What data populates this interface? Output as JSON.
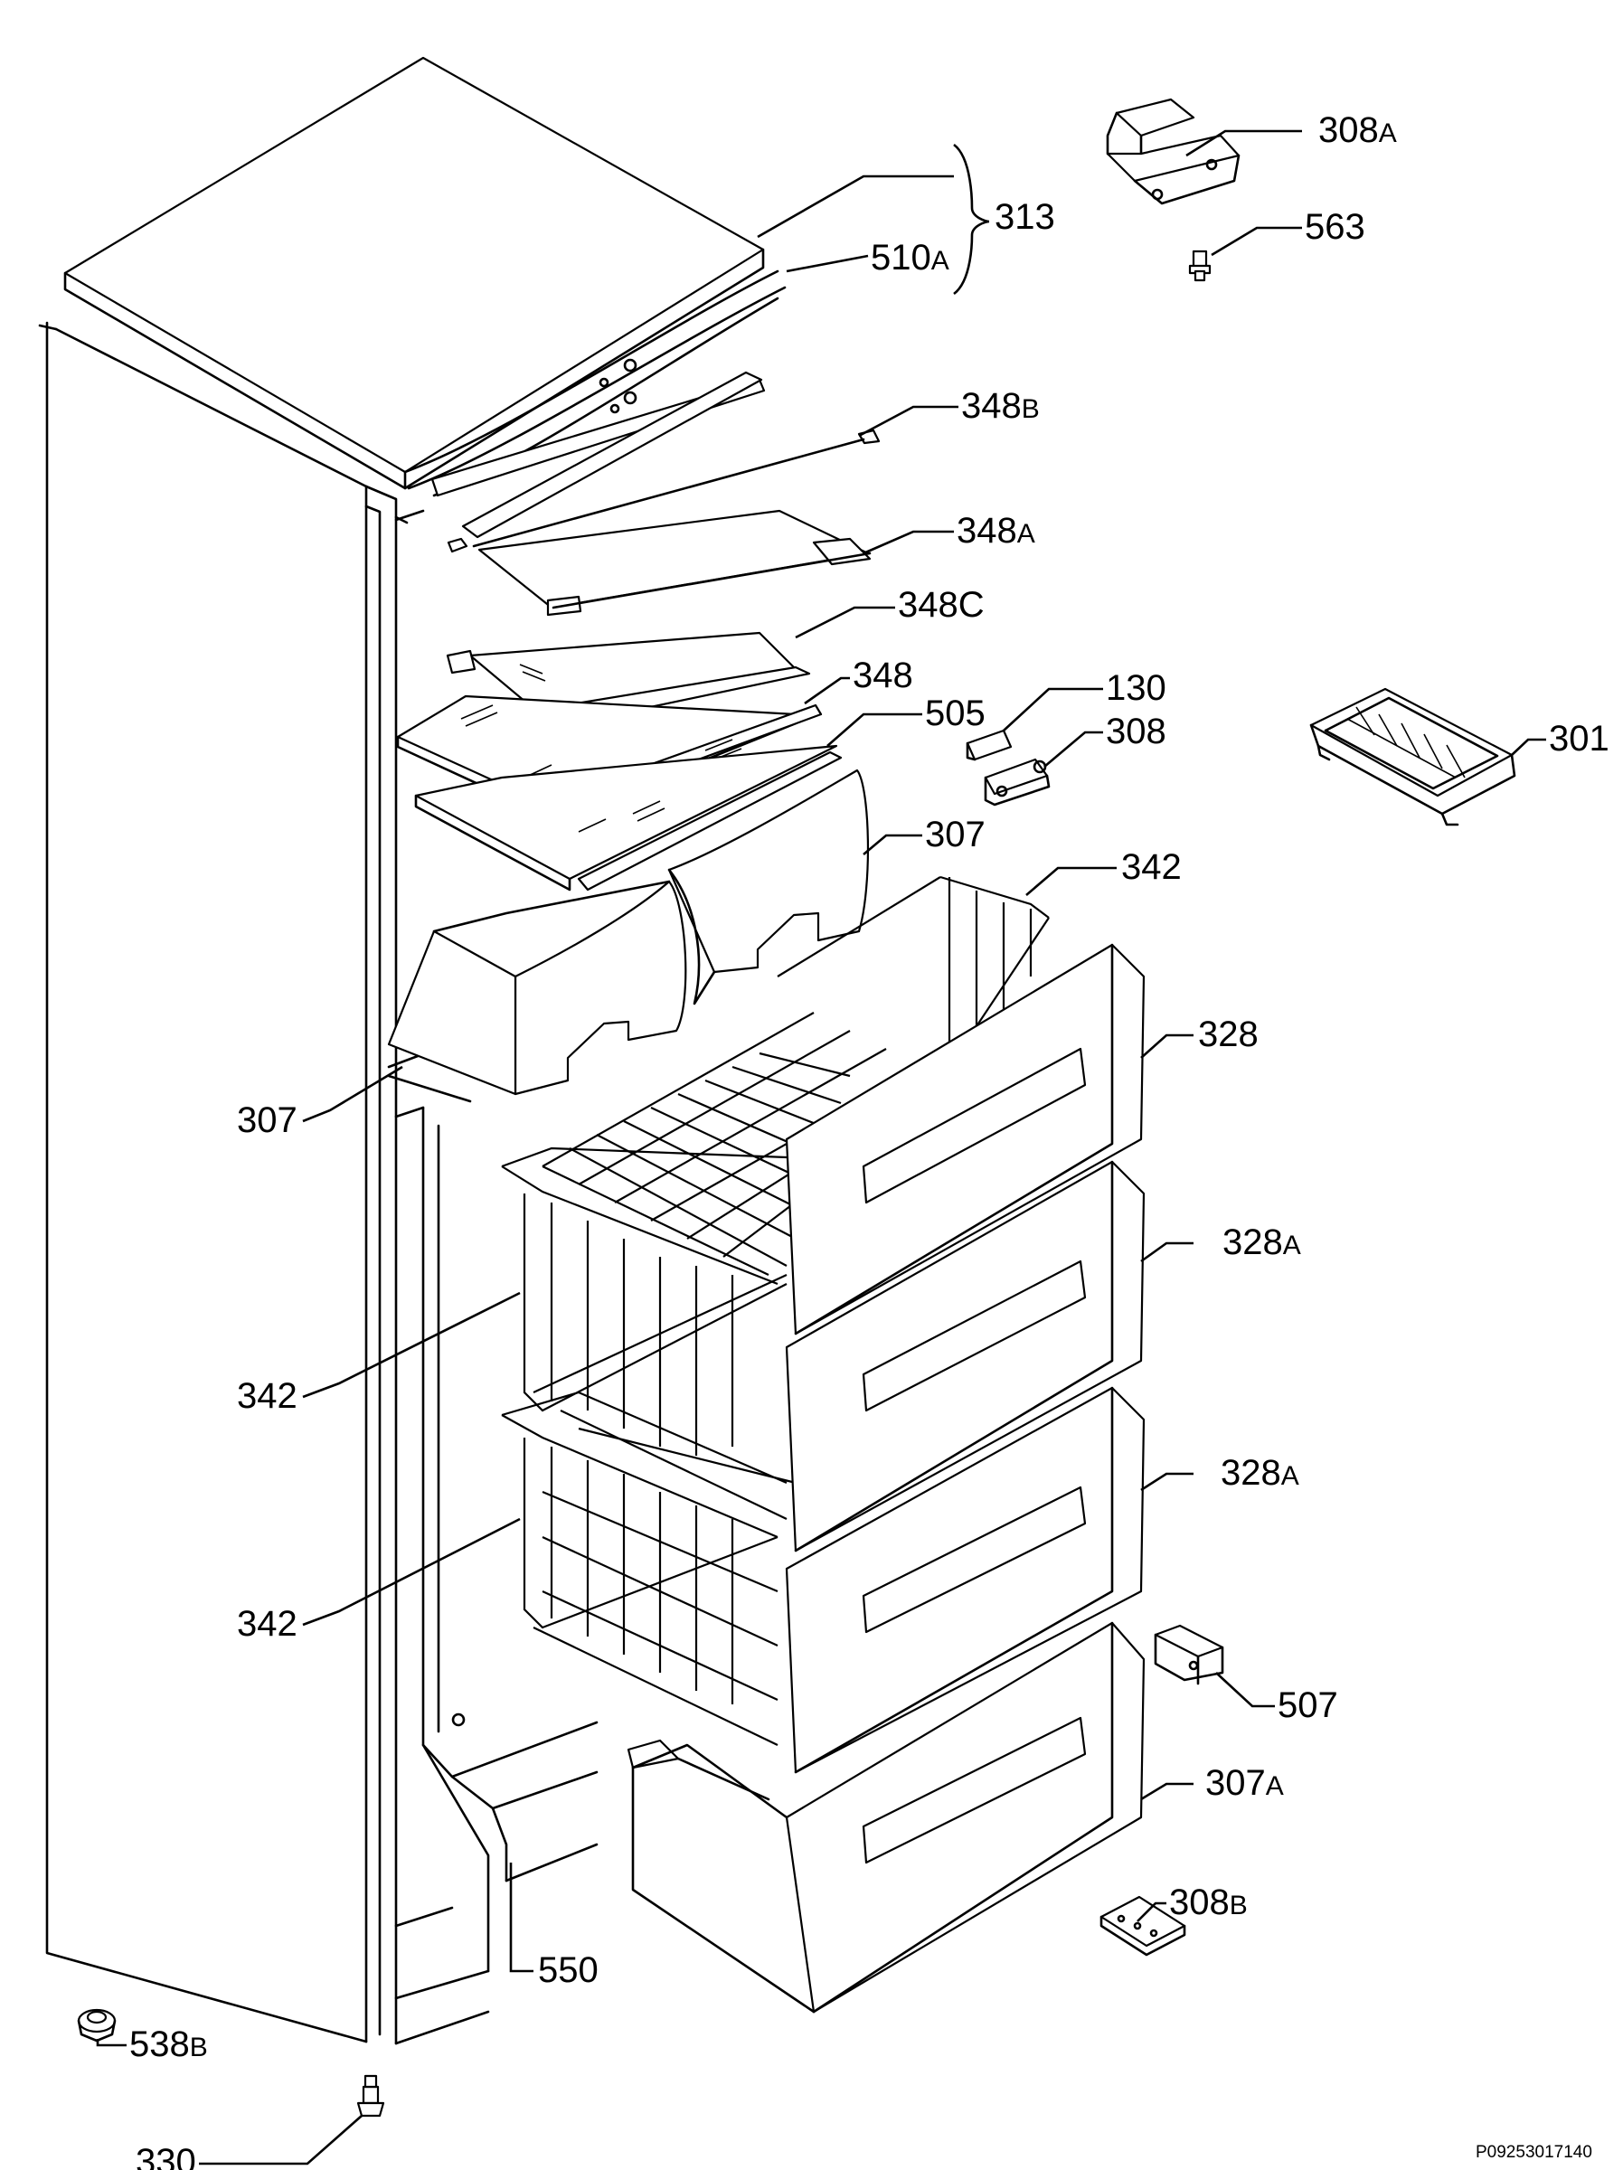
{
  "diagram": {
    "labels": [
      {
        "id": "313",
        "num": "313",
        "sub": ""
      },
      {
        "id": "510A",
        "num": "510",
        "sub": "A"
      },
      {
        "id": "308A",
        "num": "308",
        "sub": "A"
      },
      {
        "id": "563",
        "num": "563",
        "sub": ""
      },
      {
        "id": "348B",
        "num": "348",
        "sub": "B"
      },
      {
        "id": "348A",
        "num": "348",
        "sub": "A"
      },
      {
        "id": "348C",
        "num": "348C",
        "sub": ""
      },
      {
        "id": "348",
        "num": "348",
        "sub": ""
      },
      {
        "id": "505",
        "num": "505",
        "sub": ""
      },
      {
        "id": "130",
        "num": "130",
        "sub": ""
      },
      {
        "id": "308",
        "num": "308",
        "sub": ""
      },
      {
        "id": "301",
        "num": "301",
        "sub": ""
      },
      {
        "id": "307_top",
        "num": "307",
        "sub": ""
      },
      {
        "id": "342_top",
        "num": "342",
        "sub": ""
      },
      {
        "id": "328",
        "num": "328",
        "sub": ""
      },
      {
        "id": "307_left",
        "num": "307",
        "sub": ""
      },
      {
        "id": "328A_1",
        "num": "328",
        "sub": "A"
      },
      {
        "id": "342_mid",
        "num": "342",
        "sub": ""
      },
      {
        "id": "328A_2",
        "num": "328",
        "sub": "A"
      },
      {
        "id": "342_low",
        "num": "342",
        "sub": ""
      },
      {
        "id": "507",
        "num": "507",
        "sub": ""
      },
      {
        "id": "307A",
        "num": "307",
        "sub": "A"
      },
      {
        "id": "308B",
        "num": "308",
        "sub": "B"
      },
      {
        "id": "550",
        "num": "550",
        "sub": ""
      },
      {
        "id": "538B",
        "num": "538",
        "sub": "B"
      },
      {
        "id": "330",
        "num": "330",
        "sub": ""
      }
    ],
    "document_code": "P09253017140"
  }
}
